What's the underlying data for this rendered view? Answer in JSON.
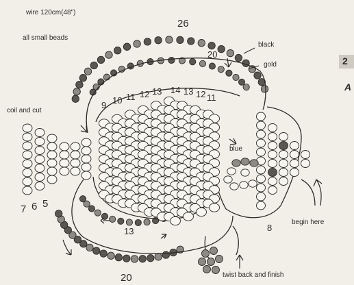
{
  "labels": {
    "wire": "wire 120cm(48\")",
    "all_small": "all small beads",
    "black": "black",
    "gold": "gold",
    "coil": "coil and cut",
    "blue": "blue",
    "begin": "begin here",
    "twist": "twist back and finish"
  },
  "numbers": {
    "top_outer": "26",
    "top_inner": "20",
    "bottom_outer": "20",
    "bottom_inner": "13",
    "head_count": "8",
    "tail_7": "7",
    "tail_6": "6",
    "tail_5": "5",
    "rows": [
      "9",
      "10",
      "11",
      "12",
      "13",
      "14",
      "13",
      "12",
      "11"
    ]
  },
  "side": {
    "step": "2",
    "letter": "A"
  },
  "colors": {
    "ink": "#2c2a28",
    "bead_dark": "#5a5652",
    "bead_mid": "#8d8984",
    "bead_light": "#f7f5f0",
    "paper": "#f2efe8"
  }
}
